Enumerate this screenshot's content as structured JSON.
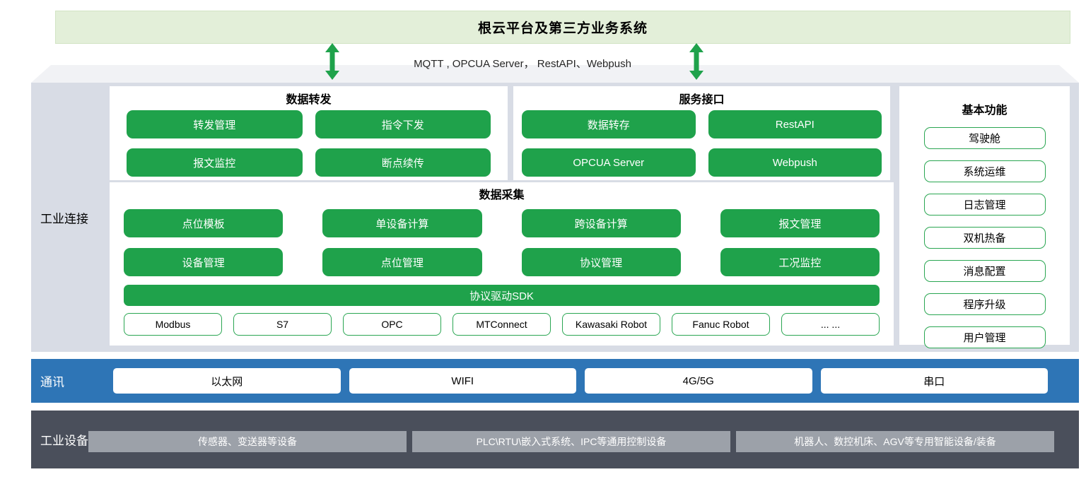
{
  "banner": {
    "title": "根云平台及第三方业务系统"
  },
  "connector": {
    "protocols_text": "MQTT , OPCUA Server， RestAPI、Webpush"
  },
  "industrial_connection": {
    "label": "工业连接",
    "data_forward": {
      "title": "数据转发",
      "buttons": [
        "转发管理",
        "指令下发",
        "报文监控",
        "断点续传"
      ]
    },
    "service_interface": {
      "title": "服务接口",
      "buttons": [
        "数据转存",
        "RestAPI",
        "OPCUA Server",
        "Webpush"
      ]
    },
    "basic_functions": {
      "title": "基本功能",
      "items": [
        "驾驶舱",
        "系统运维",
        "日志管理",
        "双机热备",
        "消息配置",
        "程序升级",
        "用户管理"
      ]
    },
    "data_collection": {
      "title": "数据采集",
      "buttons_row1": [
        "点位模板",
        "单设备计算",
        "跨设备计算",
        "报文管理"
      ],
      "buttons_row2": [
        "设备管理",
        "点位管理",
        "协议管理",
        "工况监控"
      ],
      "sdk_bar": "协议驱动SDK",
      "protocols": [
        "Modbus",
        "S7",
        "OPC",
        "MTConnect",
        "Kawasaki Robot",
        "Fanuc Robot",
        "... ..."
      ]
    }
  },
  "communication": {
    "label": "通讯",
    "items": [
      "以太网",
      "WIFI",
      "4G/5G",
      "串口"
    ]
  },
  "devices": {
    "label": "工业设备",
    "items": [
      "传感器、变送器等设备",
      "PLC\\RTU\\嵌入式系统、IPC等通用控制设备",
      "机器人、数控机床、AGV等专用智能设备/装备"
    ]
  },
  "colors": {
    "green": "#1fa24b",
    "green_border": "#2aa652",
    "banner_bg": "#e3efd9",
    "main_bg": "#d8dce5",
    "shelf_bg": "#f1f2f5",
    "blue": "#2e75b6",
    "dark": "#4a4f5b",
    "device_box": "#9ca1a9"
  }
}
